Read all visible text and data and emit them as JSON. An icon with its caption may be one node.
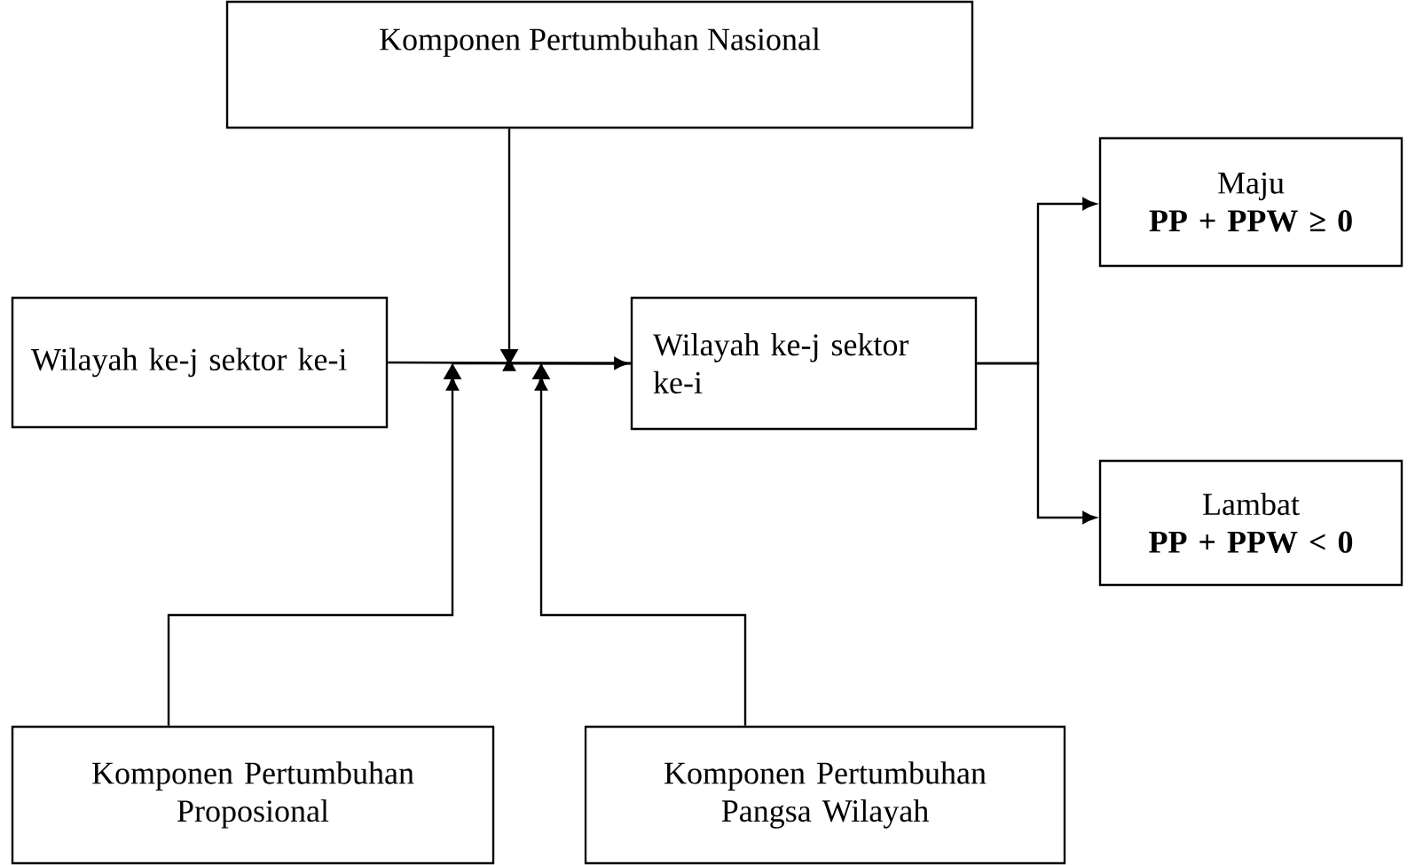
{
  "diagram": {
    "nodes": [
      {
        "text": [
          "Komponen Pertumbuhan Nasional"
        ]
      },
      {
        "text": [
          "Wilayah ke-j sektor ke-i"
        ]
      },
      {
        "text": [
          "Wilayah ke-j sektor ke-i"
        ]
      },
      {
        "text": [
          "Maju",
          "PP + PPW ≥ 0"
        ]
      },
      {
        "text": [
          "Lambat",
          "PP + PPW < 0"
        ]
      },
      {
        "text": [
          "Komponen Pertumbuhan Proposional"
        ]
      },
      {
        "text": [
          "Komponen Pertumbuhan Pangsa Wilayah"
        ]
      }
    ],
    "edges": [
      {
        "from": 1,
        "to": 2,
        "arrow": "to"
      },
      {
        "from": 0,
        "to": 2,
        "arrow": "to"
      },
      {
        "from": 5,
        "to": 2,
        "arrow": "to"
      },
      {
        "from": 6,
        "to": 2,
        "arrow": "to"
      },
      {
        "from": 2,
        "to": 3,
        "arrow": "to"
      },
      {
        "from": 2,
        "to": 4,
        "arrow": "to"
      }
    ]
  }
}
